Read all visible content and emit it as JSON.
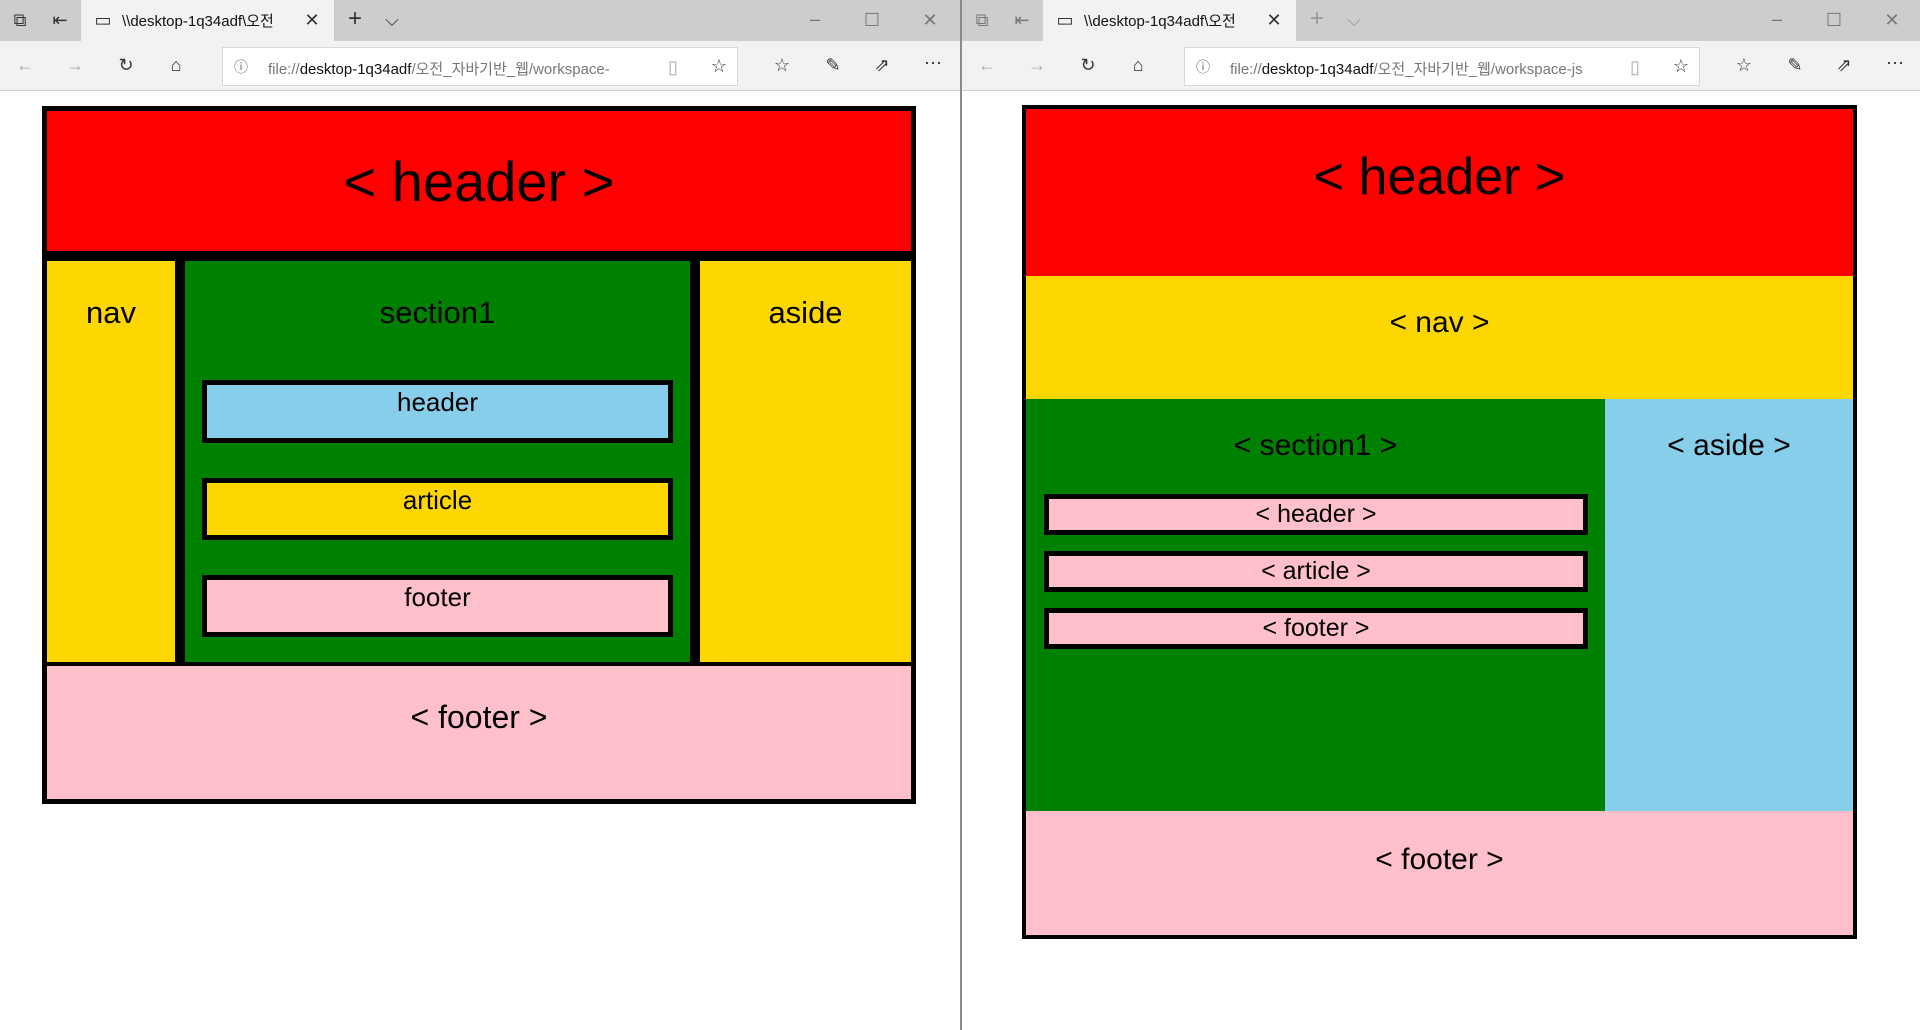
{
  "windows": [
    {
      "tab_title": "\\\\desktop-1q34adf\\오전",
      "url_prefix": "file://",
      "url_host": "desktop-1q34adf",
      "url_path": "/오전_자바기반_웹/workspace-"
    },
    {
      "tab_title": "\\\\desktop-1q34adf\\오전",
      "url_prefix": "file://",
      "url_host": "desktop-1q34adf",
      "url_path": "/오전_자바기반_웹/workspace-js"
    }
  ],
  "icons": {
    "minimize": "minimize-icon",
    "maximize": "maximize-icon",
    "close": "close-icon"
  },
  "left_page": {
    "header": "< header >",
    "nav": "nav",
    "section": "section1",
    "aside": "aside",
    "footer": "< footer >",
    "inner": [
      "header",
      "article",
      "footer"
    ]
  },
  "right_page": {
    "header": "< header >",
    "nav": "< nav >",
    "section": "< section1 >",
    "aside": "< aside >",
    "footer": "< footer >",
    "inner": [
      "< header >",
      "< article >",
      "< footer >"
    ]
  },
  "colors": {
    "red": "#ff0000",
    "yellow": "#ffd700",
    "green": "#008000",
    "skyblue": "#87ceeb",
    "pink": "#ffc0cb",
    "border": "#000000"
  }
}
